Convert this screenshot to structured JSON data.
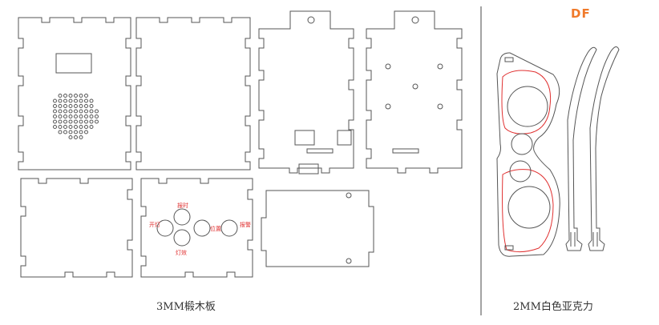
{
  "brand": {
    "text": "DF",
    "color": "#f07a2a"
  },
  "labels": {
    "left_material": "3MM椴木板",
    "right_material": "2MM白色亚克力"
  },
  "panel_buttons": {
    "top": "报时",
    "left": "开灯",
    "right": "位置",
    "far_right": "报警",
    "bottom": "灯效"
  },
  "colors": {
    "cut_line": "#555555",
    "engrave_red": "#e03030",
    "divider": "#666666"
  }
}
